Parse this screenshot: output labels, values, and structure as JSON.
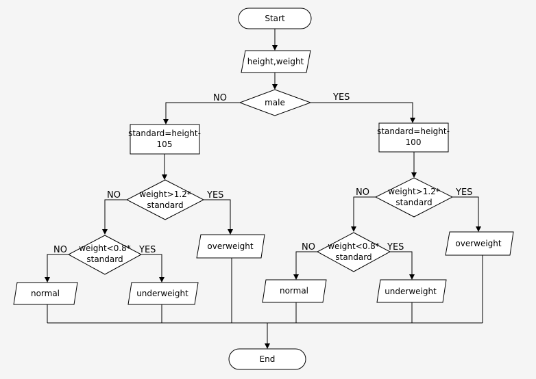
{
  "flowchart": {
    "start": "Start",
    "input": "height,weight",
    "decision_sex": "male",
    "no": "NO",
    "yes": "YES",
    "left": {
      "standard_line1": "standard=height-",
      "standard_line2": "105",
      "over_line1": "weight>1.2*",
      "over_line2": "standard",
      "overweight": "overweight",
      "under_line1": "weight<0.8*",
      "under_line2": "standard",
      "normal": "normal",
      "underweight": "underweight"
    },
    "right": {
      "standard_line1": "standard=height-",
      "standard_line2": "100",
      "over_line1": "weight>1.2*",
      "over_line2": "standard",
      "overweight": "overweight",
      "under_line1": "weight<0.8*",
      "under_line2": "standard",
      "normal": "normal",
      "underweight": "underweight"
    },
    "end": "End"
  }
}
